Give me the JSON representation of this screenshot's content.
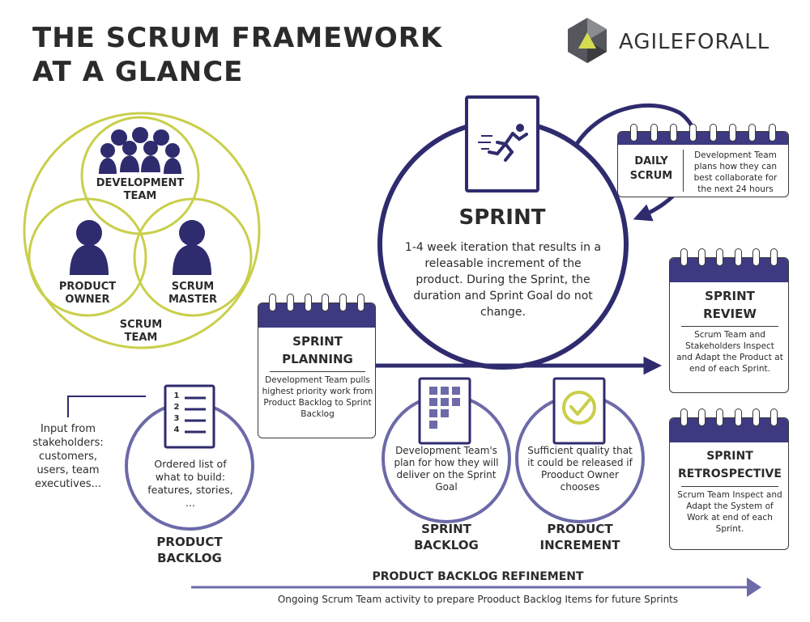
{
  "header": {
    "title_line1": "THE SCRUM FRAMEWORK",
    "title_line2": "AT A GLANCE",
    "brand_name": "AGILEFORALL"
  },
  "colors": {
    "navy": "#2e2b6e",
    "purple": "#6c6aa8",
    "lime": "#c9cf4a",
    "text": "#2b2b2b"
  },
  "scrum_team": {
    "development_team": "DEVELOPMENT TEAM",
    "product_owner": "PRODUCT OWNER",
    "scrum_master": "SCRUM MASTER",
    "scrum_team": "SCRUM TEAM"
  },
  "sprint": {
    "title": "SPRINT",
    "description": "1-4 week iteration that results in a releasable increment of the product. During the Sprint, the duration and Sprint Goal do not change.",
    "icon": "runner-icon"
  },
  "daily_scrum": {
    "title": "DAILY SCRUM",
    "description": "Development Team plans how they can best collaborate for the next 24 hours"
  },
  "sprint_planning": {
    "title": "SPRINT PLANNING",
    "description": "Development Team pulls highest priority work from Product Backlog to Sprint Backlog"
  },
  "sprint_review": {
    "title": "SPRINT REVIEW",
    "description": "Scrum Team and Stakeholders Inspect and Adapt the Product at end of each Sprint."
  },
  "sprint_retrospective": {
    "title": "SPRINT RETROSPECTIVE",
    "description": "Scrum Team Inspect and Adapt the System of Work at end of each Sprint."
  },
  "input_note": "Input from stakeholders: customers, users, team executives...",
  "product_backlog": {
    "title": "PRODUCT BACKLOG",
    "description": "Ordered list of what to build: features, stories, ...",
    "list_numbers": [
      "1",
      "2",
      "3",
      "4"
    ]
  },
  "sprint_backlog": {
    "title": "SPRINT BACKLOG",
    "description": "Development Team's plan for how they will deliver on the Sprint Goal"
  },
  "product_increment": {
    "title": "PRODUCT INCREMENT",
    "description": "Sufficient quality that it could be released if Prooduct Owner chooses"
  },
  "refinement": {
    "title": "PRODUCT BACKLOG REFINEMENT",
    "description": "Ongoing Scrum Team activity to prepare Prooduct Backlog Items for future Sprints"
  }
}
